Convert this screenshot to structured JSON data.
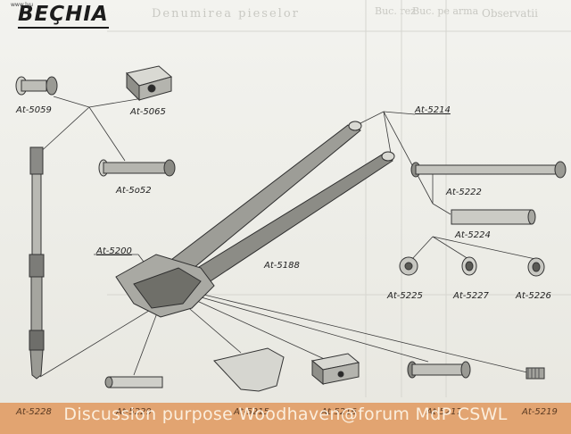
{
  "title": "BEÇHIA",
  "tiny_mark": "www.lyu",
  "background_header": "Denumirea pieselor",
  "background_col1": "Buc. rez",
  "background_col2": "Buc. pe arma",
  "background_col3": "Observatii",
  "parts": {
    "p5059": "At-5059",
    "p5065": "At-5065",
    "p5052": "At-5o52",
    "p5214": "At-5214",
    "p5222": "At-5222",
    "p5224": "At-5224",
    "p5225": "At-5225",
    "p5227": "At-5227",
    "p5226": "At-5226",
    "p5200": "At-5200",
    "p5188": "At-5188"
  },
  "bottom_labels": {
    "b1": "At-5228",
    "b2": "At-5229",
    "b3": "At-5215",
    "b4": "At-5216",
    "b5": "At-5217",
    "b6": "At-5219"
  },
  "footer": "Discussion purpose Woodhaven@forum MdP CSWL"
}
